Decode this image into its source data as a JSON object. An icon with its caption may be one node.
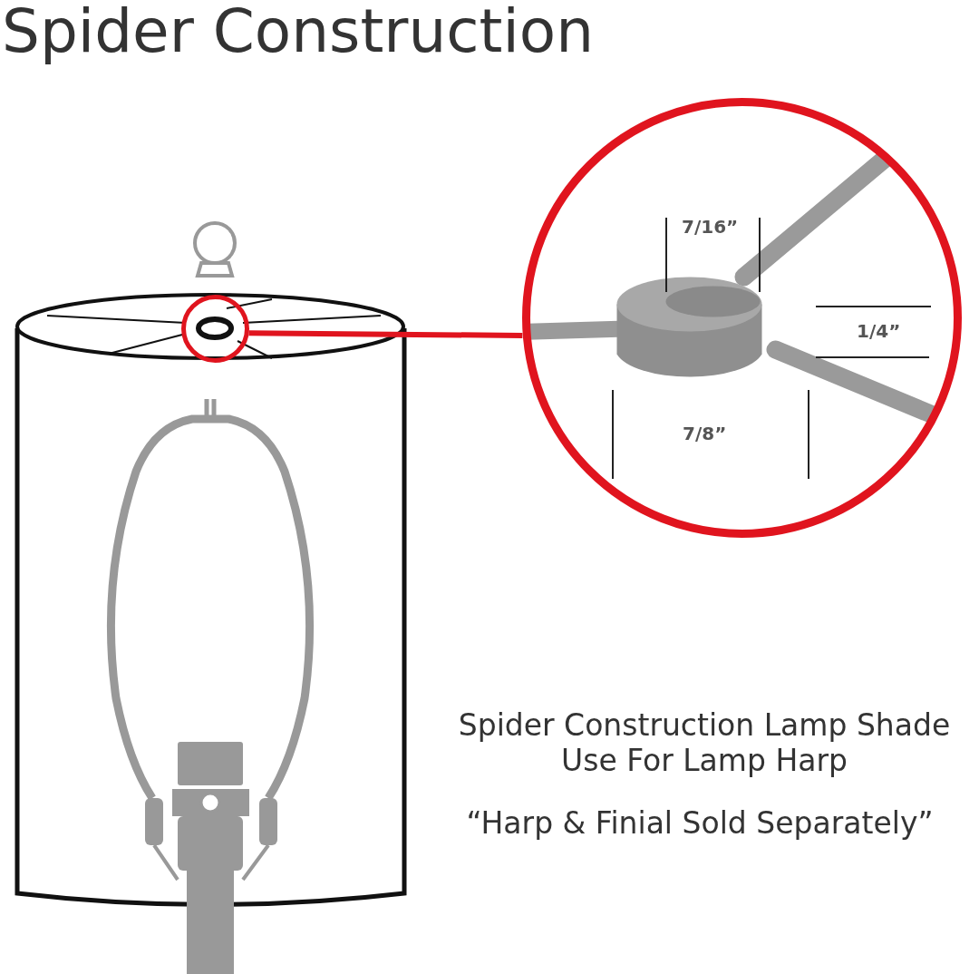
{
  "diagram": {
    "title": "Spider Construction",
    "nodes": [
      {
        "text": [],
        "shape": "circle"
      },
      {
        "text": [],
        "shape": "circle"
      }
    ],
    "edges": [
      {
        "from": 0,
        "to": 1,
        "arrow": "none"
      }
    ],
    "labels": [
      "7/16”",
      "1/4”",
      "7/8”",
      "Spider Construction Lamp Shade Use For Lamp Harp",
      "“Harp & Finial Sold Separately”"
    ]
  }
}
